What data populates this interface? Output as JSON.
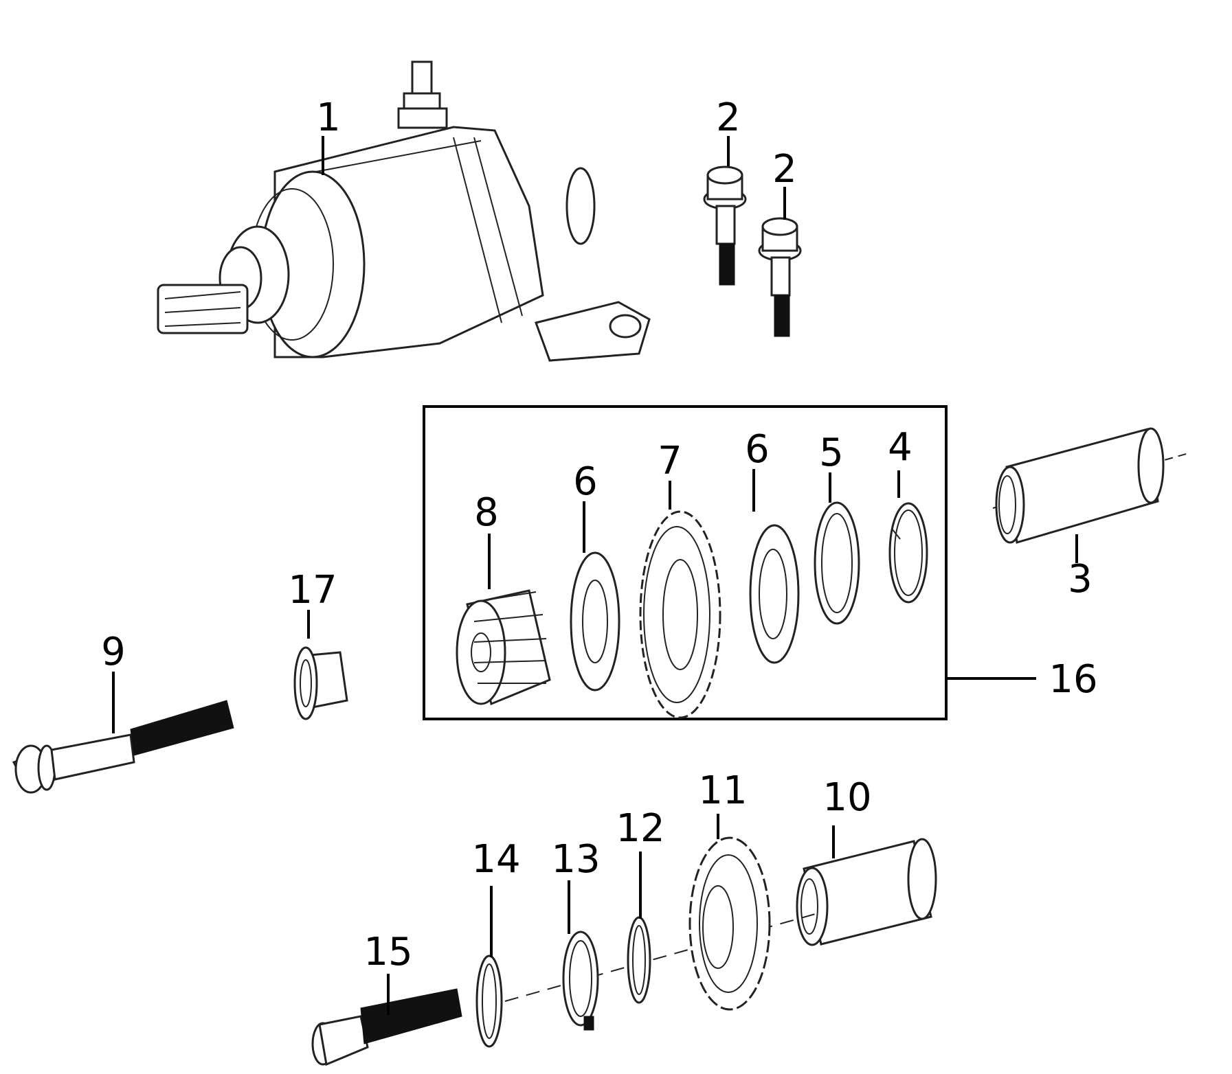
{
  "labels": {
    "p1": "1",
    "p2a": "2",
    "p2b": "2",
    "p3": "3",
    "p4": "4",
    "p5": "5",
    "p6a": "6",
    "p6b": "6",
    "p7": "7",
    "p8": "8",
    "p9": "9",
    "p10": "10",
    "p11": "11",
    "p12": "12",
    "p13": "13",
    "p14": "14",
    "p15": "15",
    "p16": "16",
    "p17": "17"
  }
}
